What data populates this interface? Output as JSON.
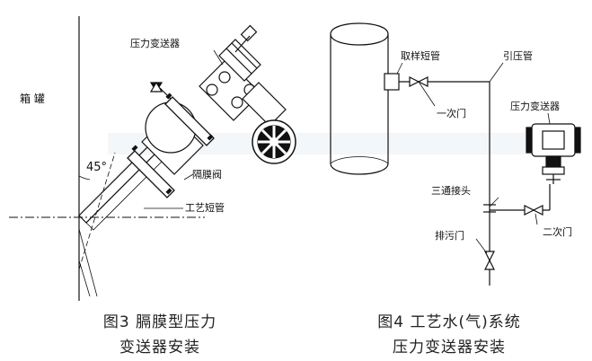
{
  "figure3": {
    "labels": {
      "tank": "箱  罐",
      "transmitter": "压力变送器",
      "angle": "45°",
      "diaphragm_flange": "隔膜阀",
      "process_nozzle": "工艺短管"
    },
    "caption_line1": "图3   膈膜型压力",
    "caption_line2": "变送器安装"
  },
  "figure4": {
    "labels": {
      "sampling_pipe": "取样短管",
      "impulse_pipe": "引压管",
      "primary_valve": "一次门",
      "transmitter": "压力变送器",
      "tee": "三通接头",
      "drain_valve": "排污门",
      "secondary_valve": "二次门"
    },
    "caption_line1": "图4   工艺水(气)系统",
    "caption_line2": "压力变送器安装"
  },
  "colors": {
    "line": "#111111",
    "watermark": "#dfe8ef"
  }
}
